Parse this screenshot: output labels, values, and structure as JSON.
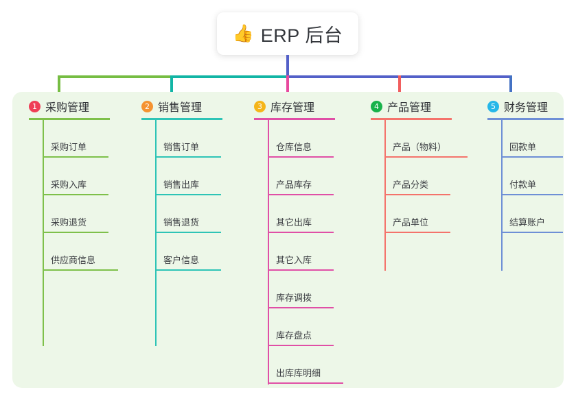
{
  "title": {
    "emoji": "👍",
    "emoji_name": "thumbs-up-icon",
    "text": "ERP 后台"
  },
  "colors": {
    "panel_bg": "#edf7e8",
    "page_bg": "#ffffff",
    "stem": "#5360c8",
    "bar_green": "#76bd43",
    "bar_teal": "#12b5a5",
    "bar_indigo": "#5360c8",
    "drop_green": "#76bd43",
    "drop_teal": "#12b5a5",
    "drop_magenta": "#e8499e",
    "drop_red": "#f15e5e",
    "drop_blue": "#4472c4"
  },
  "columns": [
    {
      "index": "1",
      "title": "采购管理",
      "badge_color": "#ef3e56",
      "line_color": "#7ec04a",
      "items": [
        "采购订单",
        "采购入库",
        "采购退货",
        "供应商信息"
      ]
    },
    {
      "index": "2",
      "title": "销售管理",
      "badge_color": "#f59331",
      "line_color": "#2ec4b6",
      "items": [
        "销售订单",
        "销售出库",
        "销售退货",
        "客户信息"
      ]
    },
    {
      "index": "3",
      "title": "库存管理",
      "badge_color": "#f5b519",
      "line_color": "#e04fa6",
      "items": [
        "仓库信息",
        "产品库存",
        "其它出库",
        "其它入库",
        "库存调拨",
        "库存盘点",
        "出库库明细"
      ]
    },
    {
      "index": "4",
      "title": "产品管理",
      "badge_color": "#18b24a",
      "line_color": "#f4736b",
      "items": [
        "产品（物料）",
        "产品分类",
        "产品单位"
      ]
    },
    {
      "index": "5",
      "title": "财务管理",
      "badge_color": "#25b7e8",
      "line_color": "#6e8fd6",
      "items": [
        "回款单",
        "付款单",
        "结算账户"
      ]
    }
  ]
}
